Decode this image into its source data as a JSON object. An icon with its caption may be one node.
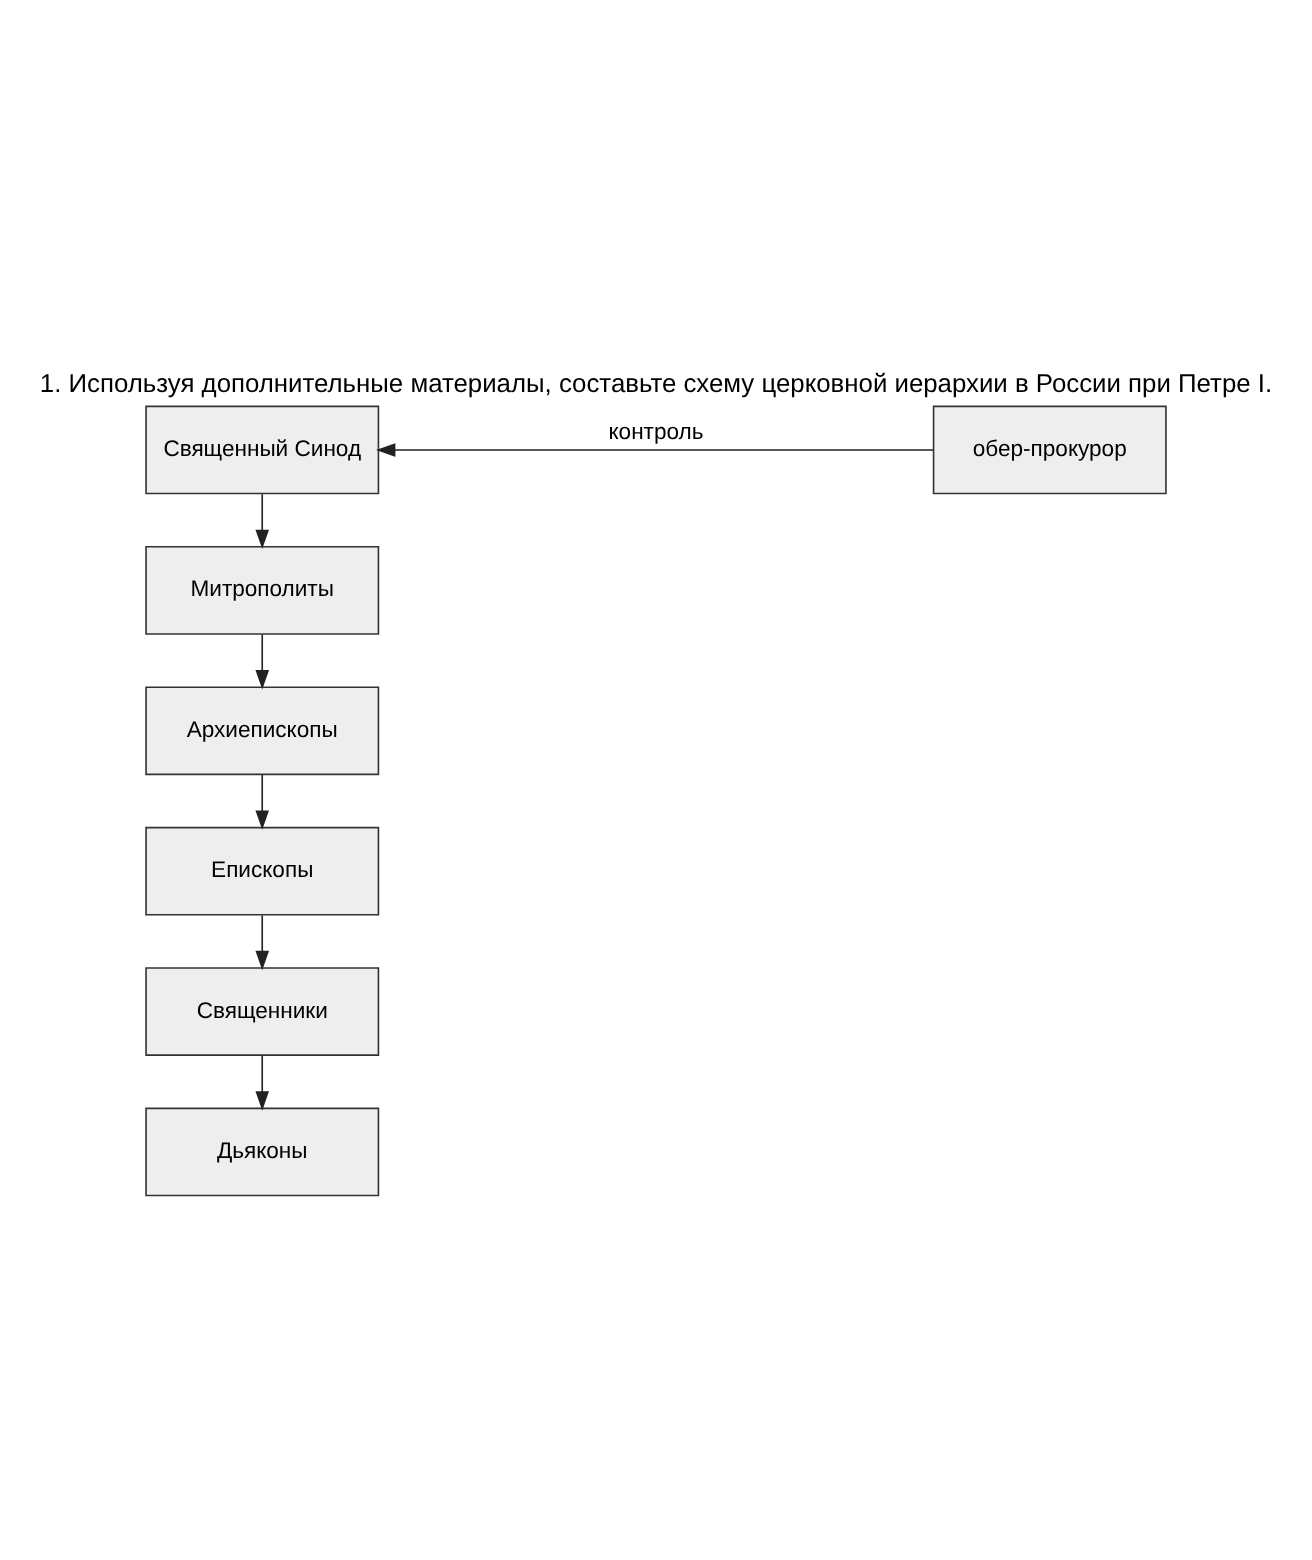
{
  "diagram": {
    "title": "1. Используя дополнительные материалы, составьте схему церковной иерархии в России при Петре I.",
    "nodes": [
      {
        "text": [
          "Священный Синод"
        ]
      },
      {
        "text": [
          "обер-прокурор"
        ]
      },
      {
        "text": [
          "Митрополиты"
        ]
      },
      {
        "text": [
          "Архиепископы"
        ]
      },
      {
        "text": [
          "Епископы"
        ]
      },
      {
        "text": [
          "Священники"
        ]
      },
      {
        "text": [
          "Дьяконы"
        ]
      }
    ],
    "edges": [
      {
        "from": 1,
        "to": 0,
        "arrow": "to",
        "label": "контроль"
      },
      {
        "from": 0,
        "to": 2,
        "arrow": "to"
      },
      {
        "from": 2,
        "to": 3,
        "arrow": "to"
      },
      {
        "from": 3,
        "to": 4,
        "arrow": "to"
      },
      {
        "from": 4,
        "to": 5,
        "arrow": "to"
      },
      {
        "from": 5,
        "to": 6,
        "arrow": "to"
      }
    ]
  }
}
